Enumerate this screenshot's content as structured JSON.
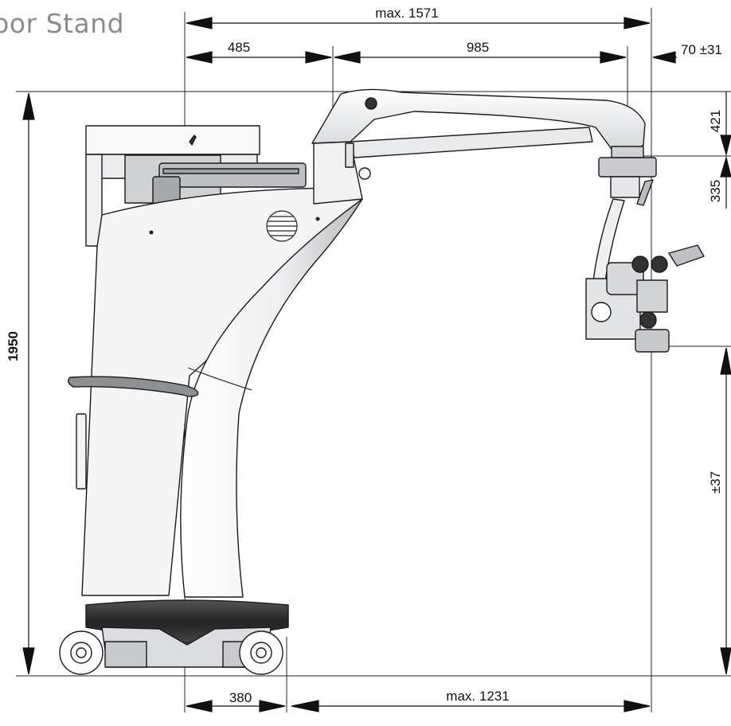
{
  "header": {
    "title": "Floor Stand"
  },
  "dimensions": {
    "top_total": "max. 1571",
    "top_left": "485",
    "top_middle": "985",
    "right_offset": "70 ±31",
    "right_upper": "421",
    "right_middle": "335",
    "right_lower": "±37",
    "height_total": "1950",
    "bottom_left": "380",
    "bottom_reach": "max. 1231"
  },
  "colors": {
    "body_fill": "#f4f4f5",
    "outline": "#1a1a1a",
    "shadow": "#bfc1c4",
    "dark": "#2a2a2a"
  }
}
